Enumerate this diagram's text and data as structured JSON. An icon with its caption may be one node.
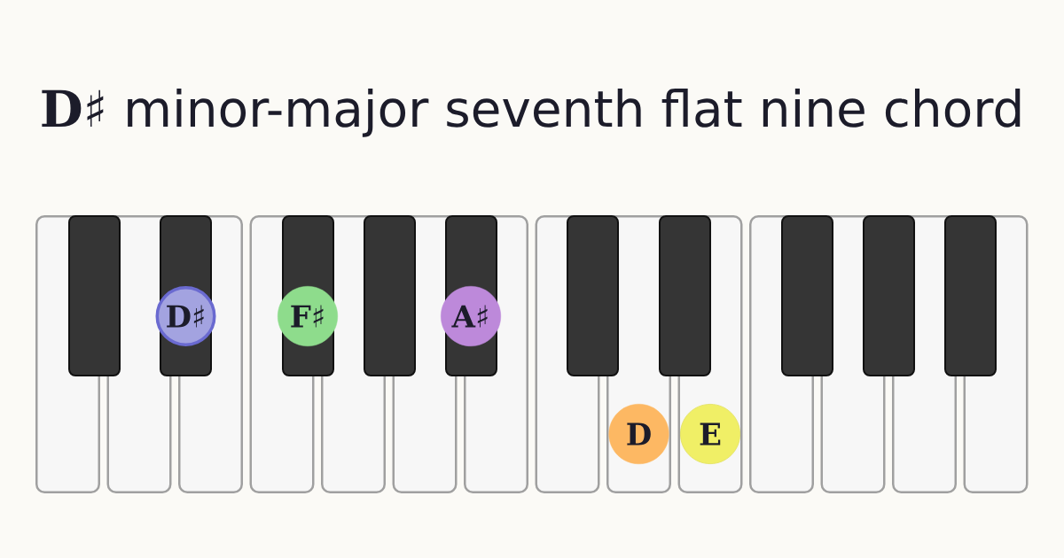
{
  "diagram": {
    "title": "**D♯** minor-major seventh flat nine chord",
    "nodes": [
      {
        "text": [],
        "shape": "box"
      },
      {
        "text": [],
        "shape": "box"
      },
      {
        "text": [],
        "shape": "box"
      },
      {
        "text": [],
        "shape": "box"
      },
      {
        "text": [],
        "shape": "box"
      },
      {
        "text": [],
        "shape": "box"
      },
      {
        "text": [],
        "shape": "box"
      },
      {
        "text": [],
        "shape": "box"
      },
      {
        "text": [],
        "shape": "box"
      },
      {
        "text": [],
        "shape": "box"
      },
      {
        "text": [],
        "shape": "box"
      },
      {
        "text": [],
        "shape": "box"
      },
      {
        "text": [],
        "shape": "box"
      },
      {
        "text": [],
        "shape": "box"
      },
      {
        "text": [],
        "shape": "box"
      },
      {
        "text": [],
        "shape": "box"
      },
      {
        "text": [],
        "shape": "box"
      },
      {
        "text": [],
        "shape": "box"
      },
      {
        "text": [],
        "shape": "box"
      },
      {
        "text": [],
        "shape": "box"
      },
      {
        "text": [],
        "shape": "box"
      },
      {
        "text": [],
        "shape": "box"
      },
      {
        "text": [],
        "shape": "box"
      },
      {
        "text": [],
        "shape": "box"
      },
      {
        "text": [
          "D♯"
        ]
      },
      {
        "text": [
          "F♯"
        ]
      },
      {
        "text": [
          "A♯"
        ]
      },
      {
        "text": [
          "D"
        ],
        "in": 8
      },
      {
        "text": [
          "E"
        ],
        "in": 9
      }
    ]
  }
}
